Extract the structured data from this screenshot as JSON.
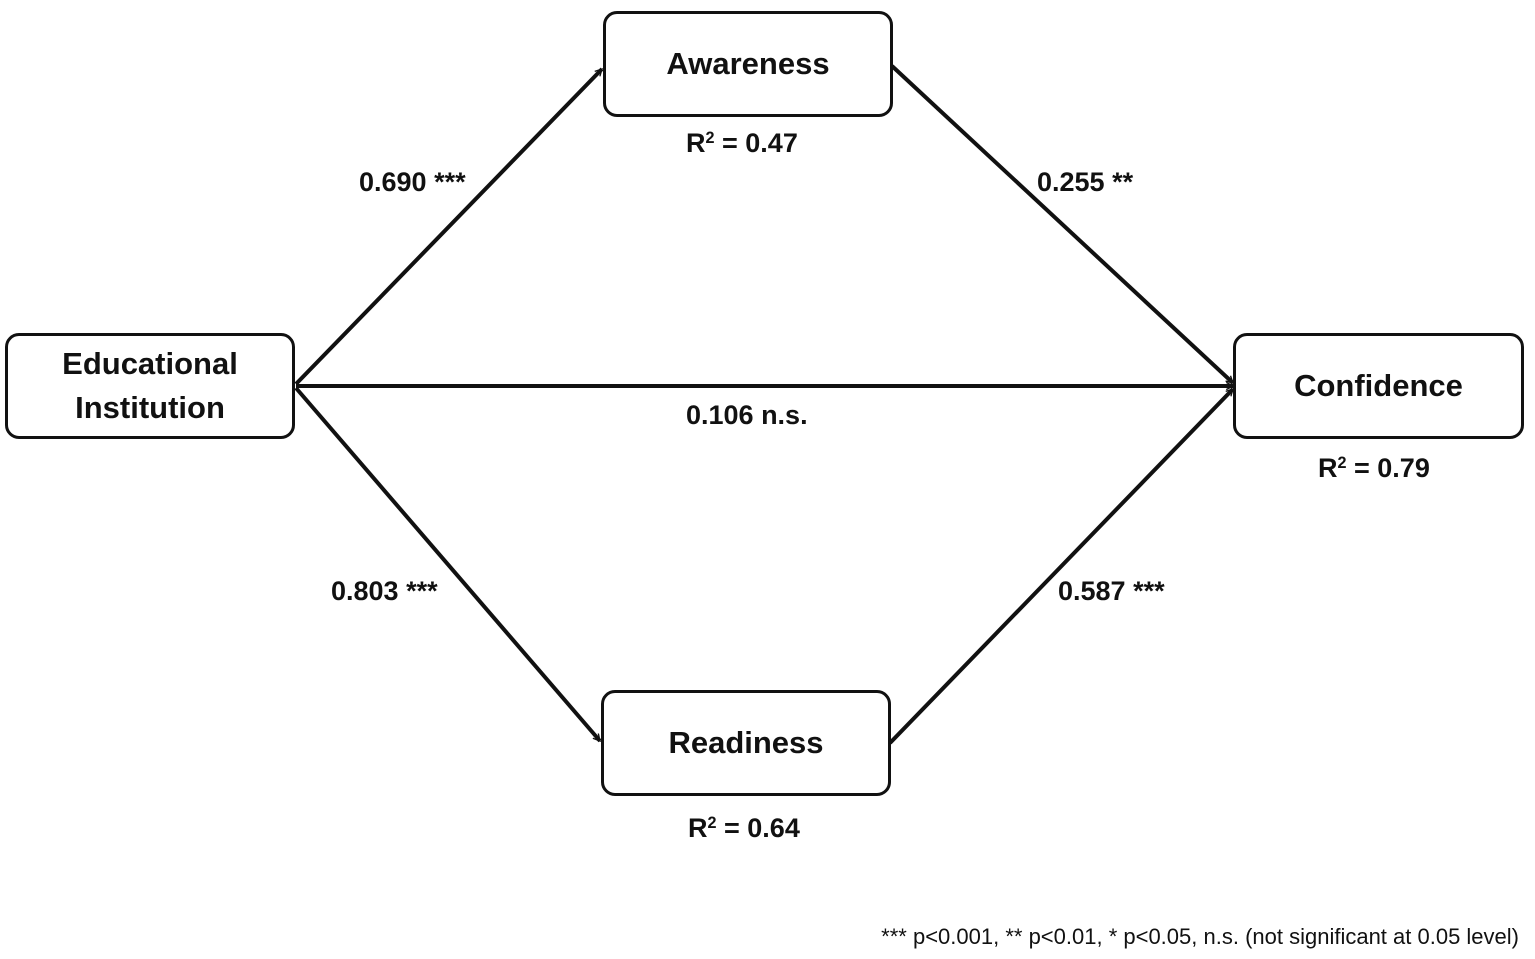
{
  "nodes": {
    "educational_institution": {
      "lines": [
        "Educational",
        "Institution"
      ]
    },
    "awareness": {
      "label": "Awareness",
      "r2_prefix": "R",
      "r2_sup": "2",
      "r2_value": " = 0.47"
    },
    "readiness": {
      "label": "Readiness",
      "r2_prefix": "R",
      "r2_sup": "2",
      "r2_value": " = 0.64"
    },
    "confidence": {
      "label": "Confidence",
      "r2_prefix": "R",
      "r2_sup": "2",
      "r2_value": " = 0.79"
    }
  },
  "paths": {
    "institution_to_awareness": "0.690 ***",
    "awareness_to_confidence": "0.255 **",
    "institution_to_confidence": "0.106 n.s.",
    "institution_to_readiness": "0.803 ***",
    "readiness_to_confidence": "0.587 ***"
  },
  "footnote": "*** p<0.001, ** p<0.01, * p<0.05, n.s. (not significant at 0.05 level)",
  "colors": {
    "stroke": "#111111",
    "background": "#ffffff"
  }
}
